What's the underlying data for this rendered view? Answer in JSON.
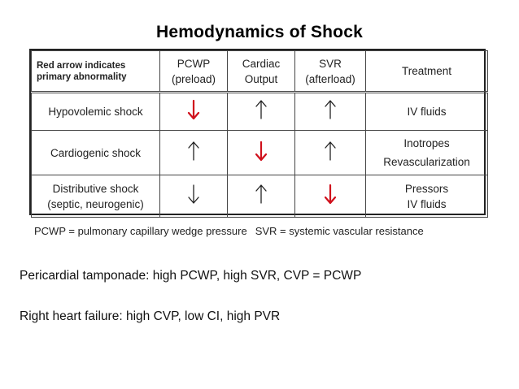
{
  "title": "Hemodynamics of Shock",
  "table": {
    "note": [
      "Red arrow indicates",
      "primary abnormality"
    ],
    "headers": [
      [
        "PCWP",
        "(preload)"
      ],
      [
        "Cardiac",
        "Output"
      ],
      [
        "SVR",
        "(afterload)"
      ],
      [
        "Treatment"
      ]
    ],
    "rows": [
      {
        "label": [
          "Hypovolemic shock"
        ],
        "pcwp": "down",
        "pcwp_primary": true,
        "co": "up",
        "co_primary": false,
        "svr": "up",
        "svr_primary": false,
        "treatment": [
          "IV fluids"
        ]
      },
      {
        "label": [
          "Cardiogenic shock"
        ],
        "pcwp": "up",
        "pcwp_primary": false,
        "co": "down",
        "co_primary": true,
        "svr": "up",
        "svr_primary": false,
        "treatment": [
          "Inotropes",
          "Revascularization"
        ]
      },
      {
        "label": [
          "Distributive shock",
          "(septic, neurogenic)"
        ],
        "pcwp": "down",
        "pcwp_primary": false,
        "co": "up",
        "co_primary": false,
        "svr": "down",
        "svr_primary": true,
        "treatment": [
          "Pressors",
          "IV fluids"
        ]
      }
    ]
  },
  "footnote": {
    "pcwp": "PCWP = pulmonary capillary wedge pressure",
    "svr": "SVR = systemic vascular resistance"
  },
  "lines": [
    "Pericardial tamponade: high PCWP, high SVR, CVP = PCWP",
    "Right heart failure: high CVP, low CI, high PVR"
  ],
  "colors": {
    "primary_arrow": "#d0101c",
    "normal_arrow": "#222222"
  }
}
